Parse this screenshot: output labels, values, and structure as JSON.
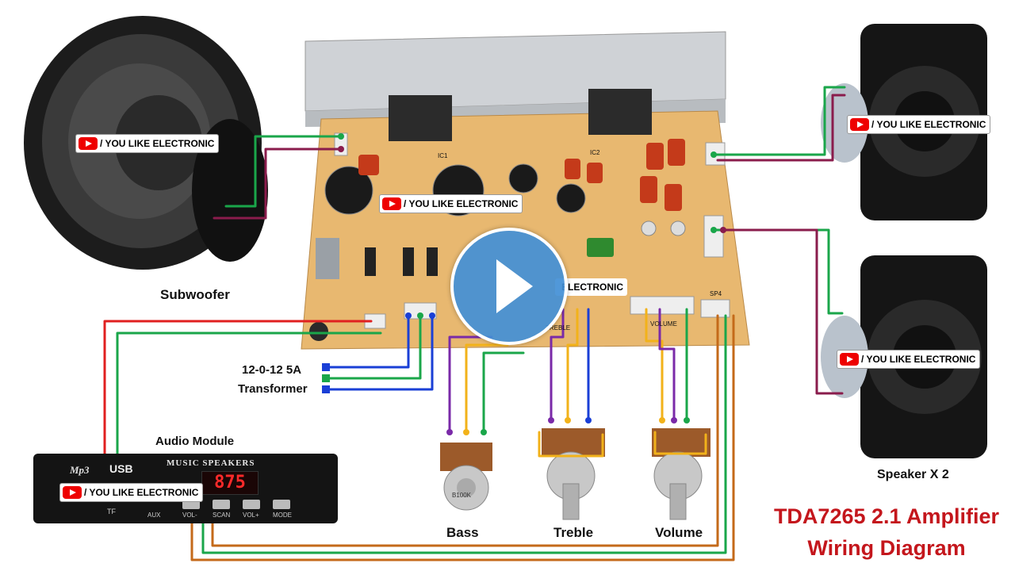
{
  "labels": {
    "subwoofer": "Subwoofer",
    "transformer_line1": "12-0-12 5A",
    "transformer_line2": "Transformer",
    "audio_module": "Audio Module",
    "bass": "Bass",
    "treble": "Treble",
    "volume": "Volume",
    "speakers": "Speaker X 2"
  },
  "title": {
    "line1": "TDA7265 2.1 Amplifier",
    "line2": "Wiring Diagram"
  },
  "watermark": {
    "text": "/ YOU LIKE ELECTRONIC",
    "partial_text": "ELECTRONIC"
  },
  "module": {
    "brand": "Mp3",
    "usb": "USB",
    "tf": "TF",
    "heading": "MUSIC SPEAKERS",
    "display": "875",
    "buttons": [
      "VOL-",
      "SCAN",
      "VOL+",
      "MODE"
    ],
    "aux": "AUX"
  },
  "board": {
    "labels": [
      "IC1",
      "IC2",
      "TREBLE",
      "VOLUME",
      "SP4"
    ]
  },
  "pot_marking": "B100K",
  "colors": {
    "red": "#e02020",
    "green": "#1aa64a",
    "blue": "#1a3fd6",
    "purple": "#7a2aa8",
    "yellow": "#f2b21a",
    "maroon": "#8a1c4c",
    "orange": "#c46a1a",
    "board": "#e8b870",
    "title": "#c4161c"
  }
}
